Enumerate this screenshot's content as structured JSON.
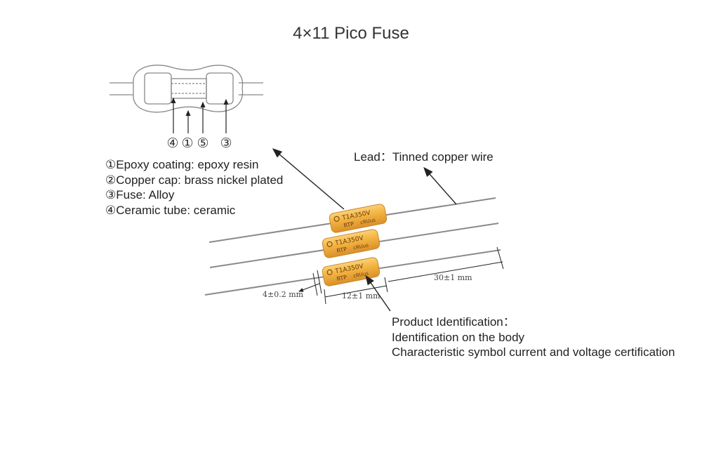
{
  "title": "4×11 Pico Fuse",
  "legend": [
    "①Epoxy coating: epoxy resin",
    "②Copper cap: brass nickel plated",
    "③Fuse: Alloy",
    "④Ceramic tube: ceramic"
  ],
  "lead_label": "Lead：Tinned copper wire",
  "identification": [
    "Product Identification：",
    "Identification on the body",
    "Characteristic symbol current and voltage certification"
  ],
  "callout_numbers": [
    "④",
    "①",
    "⑤",
    "③"
  ],
  "dimensions": {
    "diameter": "4±0.2 mm",
    "body_length": "12±1 mm",
    "lead_length": "30±1 mm"
  },
  "fuse_markings": {
    "line1": "T1A350V",
    "line2": "RTP",
    "cert": "cRUus"
  },
  "colors": {
    "fuse_body": "#f2b03c",
    "fuse_highlight": "#f9cf73",
    "lead_wire": "#8a8a8a",
    "text": "#222222"
  }
}
